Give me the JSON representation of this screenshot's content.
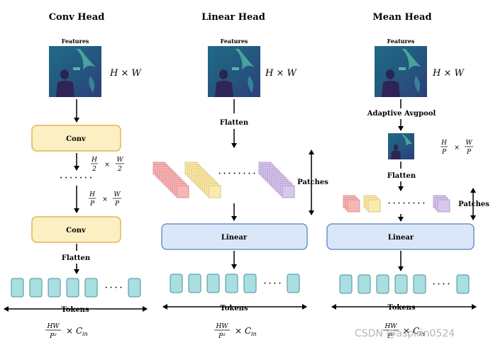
{
  "columns": {
    "conv": {
      "title": "Conv Head",
      "features_label": "Features",
      "size_label": "H × W",
      "conv1_label": "Conv",
      "intermediate_size": "H/2 × W/2",
      "dots": "· · · · · · ·",
      "pre_conv2_size": "H/P × W/P",
      "conv2_label": "Conv",
      "flatten_label": "Flatten",
      "tokens_label": "Tokens",
      "output_formula": "HW/P² × C_in"
    },
    "linear": {
      "title": "Linear Head",
      "features_label": "Features",
      "size_label": "H × W",
      "flatten_label": "Flatten",
      "patches_label": "Patches",
      "dots": "· · · · · · · ·",
      "linear_label": "Linear",
      "tokens_label": "Tokens",
      "output_formula": "HW/P² × C_in"
    },
    "mean": {
      "title": "Mean Head",
      "features_label": "Features",
      "size_label": "H × W",
      "pool_label": "Adaptive Avgpool",
      "pooled_size": "H/P × W/P",
      "flatten_label": "Flatten",
      "patches_label": "Patches",
      "dots": "· · · · · · · ·",
      "linear_label": "Linear",
      "tokens_label": "Tokens",
      "output_formula": "HW/P² × C_in"
    }
  },
  "watermark": "CSDN @aspirin0524",
  "colors": {
    "conv_box_fill": "#fdefc4",
    "conv_box_stroke": "#e0b84a",
    "linear_box_fill": "#dae7f8",
    "linear_box_stroke": "#6f93c8",
    "token_fill": "#a9dfe0",
    "token_stroke": "#4a8fa0",
    "patch_red": "#f6b6b6",
    "patch_yellow": "#fbeab0",
    "patch_purple": "#d9c7ec"
  }
}
